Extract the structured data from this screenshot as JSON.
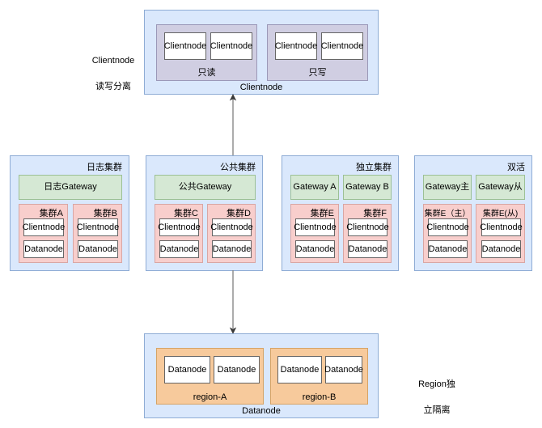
{
  "diagram": {
    "title_label_clientnode": {
      "line1": "Clientnode",
      "line2": "读写分离"
    },
    "title_label_region": {
      "line1": "Region独",
      "line2": "立隔离"
    }
  },
  "clientnode_section": {
    "caption": "Clientnode",
    "groups": [
      {
        "caption": "只读",
        "nodes": [
          "Clientnode",
          "Clientnode"
        ]
      },
      {
        "caption": "只写",
        "nodes": [
          "Clientnode",
          "Clientnode"
        ]
      }
    ]
  },
  "clusters": [
    {
      "title": "日志集群",
      "gateways": [
        "日志Gateway"
      ],
      "subclusters": [
        {
          "title": "集群A",
          "nodes": [
            "Clientnode",
            "Datanode"
          ]
        },
        {
          "title": "集群B",
          "nodes": [
            "Clientnode",
            "Datanode"
          ]
        }
      ]
    },
    {
      "title": "公共集群",
      "gateways": [
        "公共Gateway"
      ],
      "subclusters": [
        {
          "title": "集群C",
          "nodes": [
            "Clientnode",
            "Datanode"
          ]
        },
        {
          "title": "集群D",
          "nodes": [
            "Clientnode",
            "Datanode"
          ]
        }
      ]
    },
    {
      "title": "独立集群",
      "gateways": [
        "Gateway A",
        "Gateway B"
      ],
      "subclusters": [
        {
          "title": "集群E",
          "nodes": [
            "Clientnode",
            "Datanode"
          ]
        },
        {
          "title": "集群F",
          "nodes": [
            "Clientnode",
            "Datanode"
          ]
        }
      ]
    },
    {
      "title": "双活",
      "gateways": [
        "Gateway主",
        "Gateway从"
      ],
      "subclusters": [
        {
          "title": "集群E（主）",
          "nodes": [
            "Clientnode",
            "Datanode"
          ]
        },
        {
          "title": "集群E(从)",
          "nodes": [
            "Clientnode",
            "Datanode"
          ]
        }
      ]
    }
  ],
  "datanode_section": {
    "caption": "Datanode",
    "regions": [
      {
        "caption": "region-A",
        "nodes": [
          "Datanode",
          "Datanode"
        ]
      },
      {
        "caption": "region-B",
        "nodes": [
          "Datanode",
          "Datanode"
        ]
      }
    ]
  },
  "colors": {
    "blue_fill": "#dae8fc",
    "blue_stroke": "#8eacd5",
    "lavender_fill": "#d0cee2",
    "lavender_stroke": "#9b98b8",
    "green_fill": "#d5e8d4",
    "green_stroke": "#9cc095",
    "pink_fill": "#f8cecc",
    "pink_stroke": "#d9a6a4",
    "orange_fill": "#f7ca9c",
    "orange_stroke": "#d6a366",
    "node_fill": "#ffffff",
    "node_stroke": "#666666",
    "connector_stroke": "#808080"
  }
}
